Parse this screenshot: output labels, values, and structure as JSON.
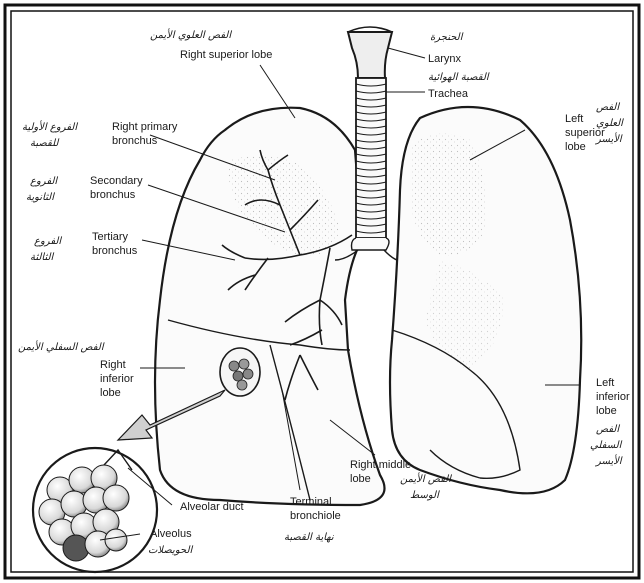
{
  "labels": {
    "larynx": "Larynx",
    "trachea": "Trachea",
    "right_superior_lobe": "Right superior lobe",
    "right_primary_bronchus": [
      "Right primary",
      "bronchus"
    ],
    "secondary_bronchus": [
      "Secondary",
      "bronchus"
    ],
    "tertiary_bronchus": [
      "Tertiary",
      "bronchus"
    ],
    "right_inferior_lobe": [
      "Right",
      "inferior",
      "lobe"
    ],
    "alveolar_duct": "Alveolar duct",
    "alveolus": "Alveolus",
    "terminal_bronchiole": [
      "Terminal",
      "bronchiole"
    ],
    "right_middle_lobe": [
      "Right middle",
      "lobe"
    ],
    "left_superior_lobe": [
      "Left",
      "superior",
      "lobe"
    ],
    "left_inferior_lobe": [
      "Left",
      "inferior",
      "lobe"
    ]
  },
  "arabic": {
    "larynx": "الحنجرة",
    "trachea": "القصبة الهوائية",
    "right_superior_lobe": "الفص العلوي الأيمن",
    "right_primary_bronchus": [
      "الفروع الأولية",
      "للقصبة"
    ],
    "secondary_bronchus": [
      "الفروع",
      "الثانوية"
    ],
    "tertiary_bronchus": [
      "الفروع",
      "الثالثة"
    ],
    "right_inferior_lobe": "الفص السفلي الأيمن",
    "alveolus": "الحويصلات",
    "terminal_bronchiole": "نهاية القصبة",
    "right_middle_lobe": [
      "الفص الأيمن",
      "الوسط"
    ],
    "left_superior_lobe": [
      "الفص",
      "العلوي",
      "الأيسر"
    ],
    "left_inferior_lobe": [
      "الفص",
      "السفلي",
      "الأيسر"
    ]
  }
}
